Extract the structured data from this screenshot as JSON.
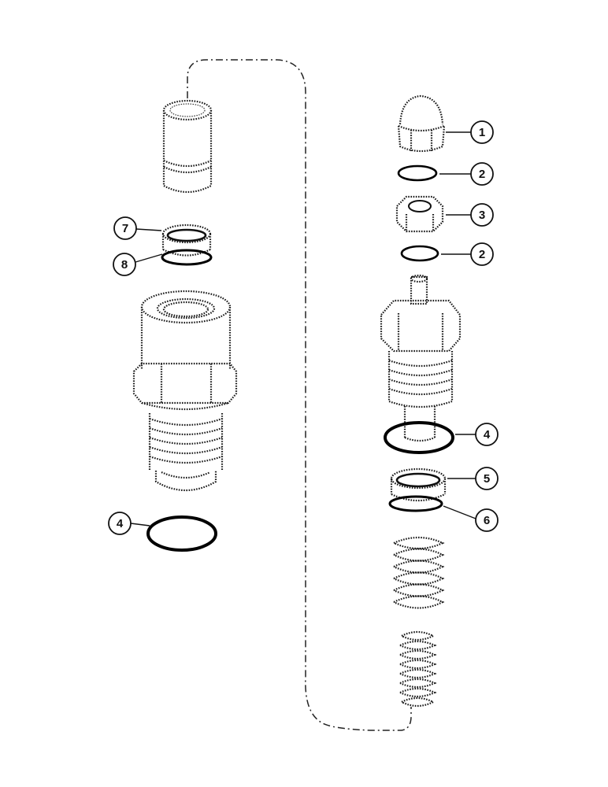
{
  "callouts": [
    {
      "id": "c1",
      "label": "1"
    },
    {
      "id": "c2a",
      "label": "2"
    },
    {
      "id": "c3",
      "label": "3"
    },
    {
      "id": "c2b",
      "label": "2"
    },
    {
      "id": "c4a",
      "label": "4"
    },
    {
      "id": "c5",
      "label": "5"
    },
    {
      "id": "c6",
      "label": "6"
    },
    {
      "id": "c7",
      "label": "7"
    },
    {
      "id": "c8",
      "label": "8"
    },
    {
      "id": "c4b",
      "label": "4"
    }
  ]
}
